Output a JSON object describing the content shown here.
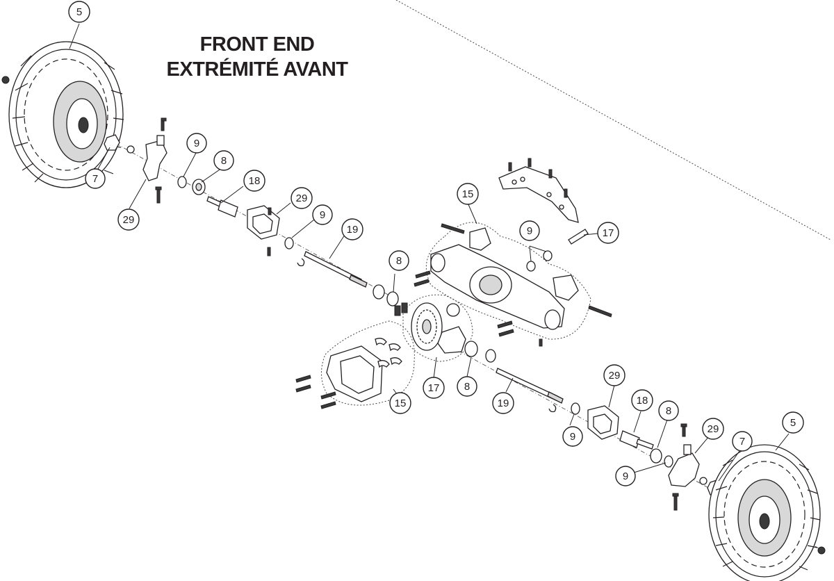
{
  "title": {
    "line1": "FRONT END",
    "line2": "EXTRÉMITÉ AVANT"
  },
  "callouts": [
    {
      "id": "c-5-left",
      "label": "5"
    },
    {
      "id": "c-7-left",
      "label": "7"
    },
    {
      "id": "c-29-left",
      "label": "29"
    },
    {
      "id": "c-9-a",
      "label": "9"
    },
    {
      "id": "c-8-a",
      "label": "8"
    },
    {
      "id": "c-18-left",
      "label": "18"
    },
    {
      "id": "c-29-b",
      "label": "29"
    },
    {
      "id": "c-9-b",
      "label": "9"
    },
    {
      "id": "c-19-left",
      "label": "19"
    },
    {
      "id": "c-15-top",
      "label": "15"
    },
    {
      "id": "c-9-c",
      "label": "9"
    },
    {
      "id": "c-17-top",
      "label": "17"
    },
    {
      "id": "c-8-b",
      "label": "8"
    },
    {
      "id": "c-15-bottom",
      "label": "15"
    },
    {
      "id": "c-17-bottom",
      "label": "17"
    },
    {
      "id": "c-8-c",
      "label": "8"
    },
    {
      "id": "c-19-right",
      "label": "19"
    },
    {
      "id": "c-29-c",
      "label": "29"
    },
    {
      "id": "c-18-right",
      "label": "18"
    },
    {
      "id": "c-8-d",
      "label": "8"
    },
    {
      "id": "c-9-d",
      "label": "9"
    },
    {
      "id": "c-29-right",
      "label": "29"
    },
    {
      "id": "c-7-right",
      "label": "7"
    },
    {
      "id": "c-5-right",
      "label": "5"
    },
    {
      "id": "c-9-e",
      "label": "9"
    }
  ]
}
